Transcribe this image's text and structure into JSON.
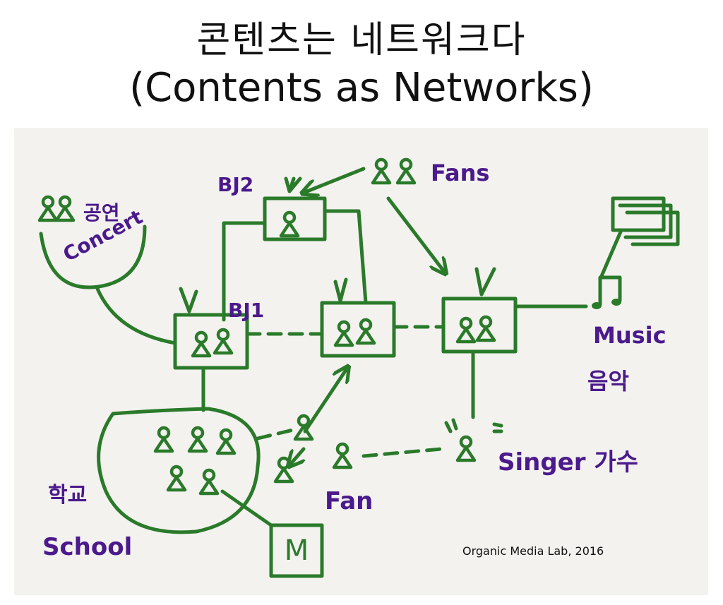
{
  "title": {
    "korean": "콘텐츠는 네트워크다",
    "english": "(Contents as Networks)"
  },
  "labels": {
    "concert": "공연",
    "concert_en": "Concert",
    "bj2": "BJ2",
    "bj1": "BJ1",
    "fans": "Fans",
    "music": "Music",
    "music_ko": "음악",
    "fan": "Fan",
    "singer": "Singer 가수",
    "school_ko": "학교",
    "school": "School",
    "m_box": "M",
    "credit": "Organic Media Lab, 2016"
  },
  "colors": {
    "ink_green": "#2a7a2a",
    "ink_purple": "#4b1a8c",
    "board": "#f3f2ef"
  }
}
